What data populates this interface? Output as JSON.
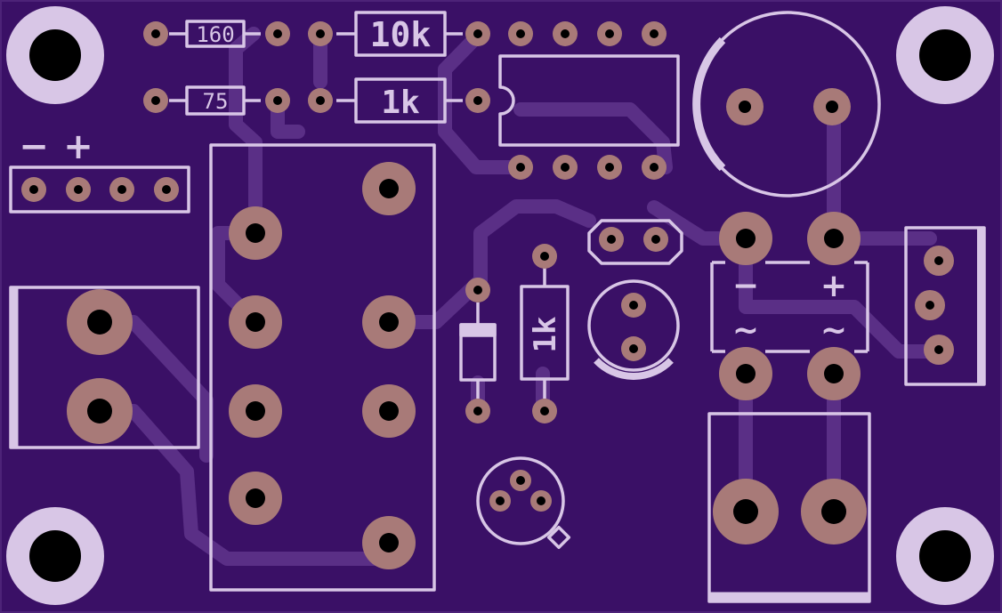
{
  "labels": {
    "r1": "160",
    "r2": "10k",
    "r3": "75",
    "r4": "1k",
    "r5": "1k",
    "header_minus": "−",
    "header_plus": "+",
    "bridge_minus": "−",
    "bridge_plus": "+",
    "bridge_ac_left": "~",
    "bridge_ac_right": "~"
  },
  "colors": {
    "board": "#3a1066",
    "trace": "#5a2f86",
    "silkscreen": "#d8c6e6",
    "pad_copper": "#a87a78",
    "mount_ring": "#d8c6e6",
    "hole": "#000000"
  }
}
